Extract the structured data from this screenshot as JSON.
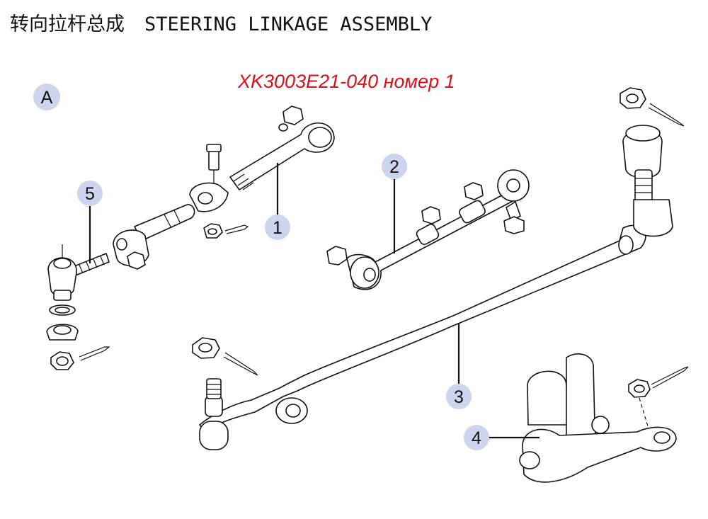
{
  "header": {
    "title_cn": "转向拉杆总成",
    "title_en": "STEERING LINKAGE ASSEMBLY",
    "part_number": "XK3003E21-040 номер 1"
  },
  "section_marker": "A",
  "callouts": [
    "1",
    "2",
    "3",
    "4",
    "5"
  ],
  "colors": {
    "part_number_text": "#d8121a",
    "callout_fill": "#cdd4ee",
    "line": "#111111"
  }
}
